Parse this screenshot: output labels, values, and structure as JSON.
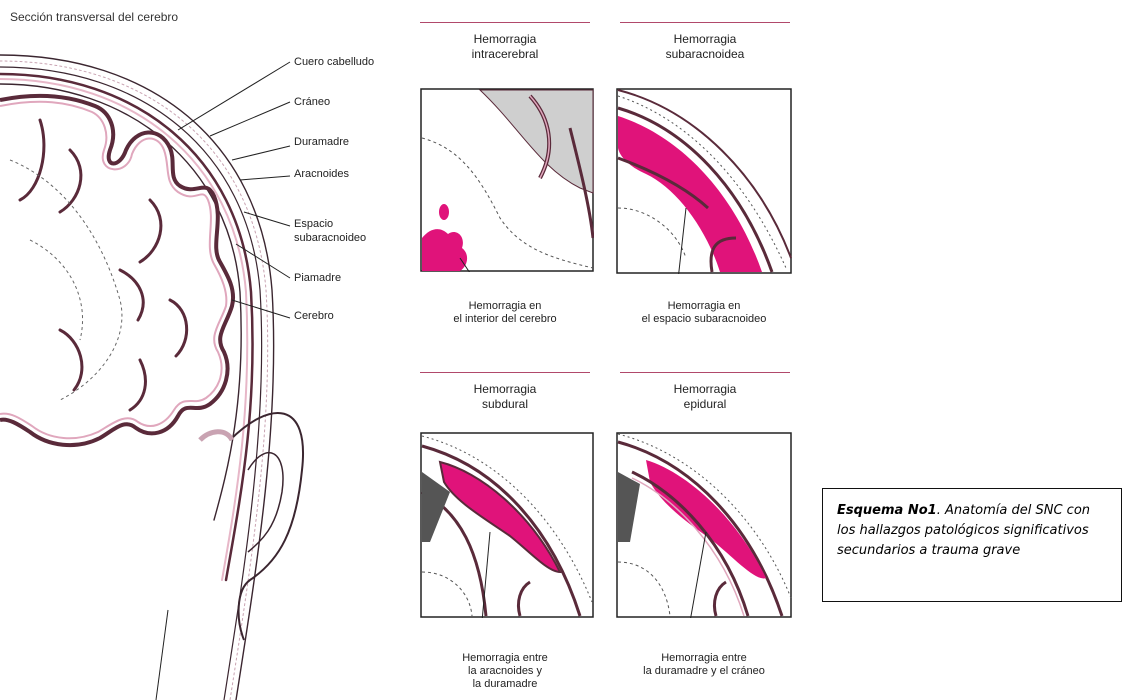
{
  "figure": {
    "title": "Sección transversal del cerebro",
    "anatomy_labels": [
      "Cuero cabelludo",
      "Cráneo",
      "Duramadre",
      "Aracnoides",
      "Espacio",
      "subaracnoideo",
      "Piamadre",
      "Cerebro"
    ],
    "panels": [
      {
        "title": [
          "Hemorragia",
          "intracerebral"
        ],
        "caption": [
          "Hemorragia en",
          "el interior del cerebro"
        ]
      },
      {
        "title": [
          "Hemorragia",
          "subaracnoidea"
        ],
        "caption": [
          "Hemorragia en",
          "el espacio subaracnoideo"
        ]
      },
      {
        "title": [
          "Hemorragia",
          "subdural"
        ],
        "caption": [
          "Hemorragia entre",
          "la aracnoides y",
          "la duramadre"
        ]
      },
      {
        "title": [
          "Hemorragia",
          "epidural"
        ],
        "caption": [
          "Hemorragia entre",
          "la duramadre y el cráneo"
        ]
      }
    ],
    "colors": {
      "hemorrhage": "#e0137a",
      "membrane": "#5a2a3a",
      "rule": "#b1496b"
    }
  },
  "caption": {
    "lead": "Esquema No1",
    "text": ". Anatomía del SNC con los hallazgos patológicos significativos secundarios a trauma grave"
  }
}
